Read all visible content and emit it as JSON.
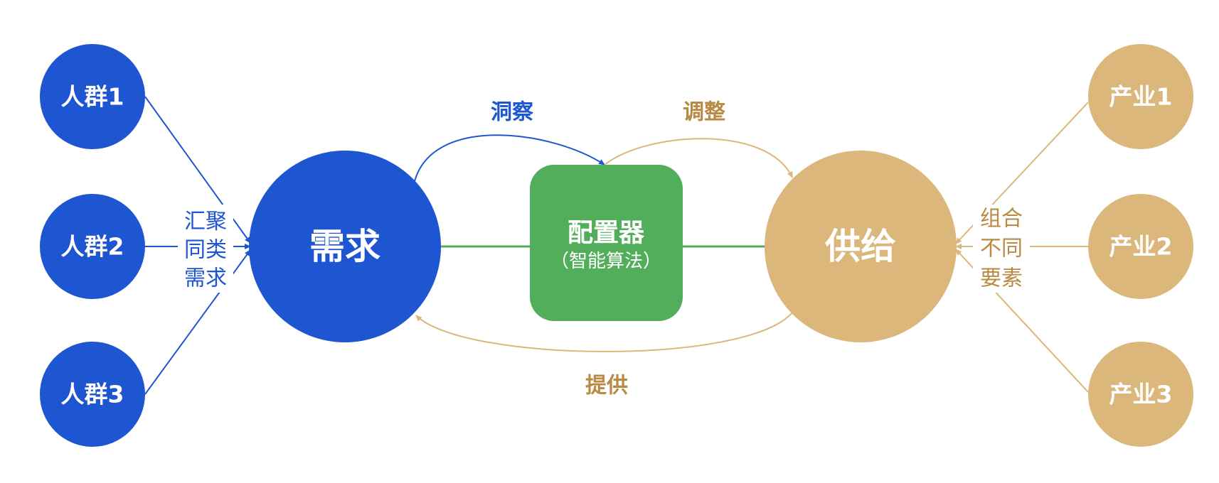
{
  "colors": {
    "blue": "#1e56d2",
    "gold": "#dbb77b",
    "green": "#52ae5b",
    "blue_text": "#1e56d2",
    "gold_text": "#b88a43",
    "white": "#ffffff"
  },
  "groups": [
    {
      "label": "人群1"
    },
    {
      "label": "人群2"
    },
    {
      "label": "人群3"
    }
  ],
  "industries": [
    {
      "label": "产业1"
    },
    {
      "label": "产业2"
    },
    {
      "label": "产业3"
    }
  ],
  "demand": {
    "label": "需求"
  },
  "supply": {
    "label": "供给"
  },
  "allocator": {
    "title": "配置器",
    "subtitle": "（智能算法）"
  },
  "edges": {
    "insight": "洞察",
    "adjust": "调整",
    "provide": "提供"
  },
  "left_annotation": [
    "汇聚",
    "同类",
    "需求"
  ],
  "right_annotation": [
    "组合",
    "不同",
    "要素"
  ]
}
